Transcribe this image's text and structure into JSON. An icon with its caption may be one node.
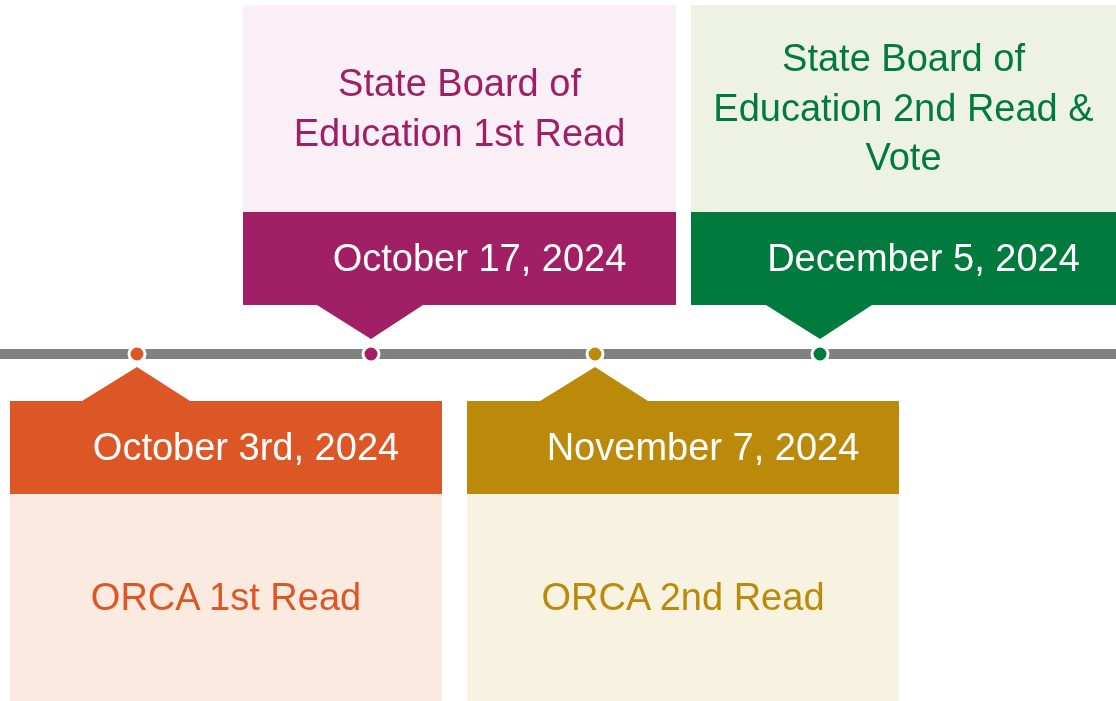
{
  "diagram": {
    "nodes": [
      {
        "text": [
          "October 3rd, 2024",
          "ORCA 1st Read"
        ]
      },
      {
        "text": [
          "State Board of Education 1st Read",
          "October 17, 2024"
        ]
      },
      {
        "text": [
          "November 7, 2024",
          "ORCA 2nd Read"
        ]
      },
      {
        "text": [
          "State Board of Education 2nd Read & Vote",
          "December 5, 2024"
        ]
      }
    ]
  }
}
